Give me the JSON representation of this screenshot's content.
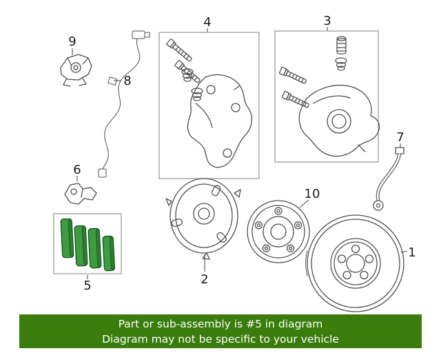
{
  "banner": {
    "line1": "Part or sub-assembly is #5 in diagram",
    "line2": "Diagram may not be specific to your vehicle",
    "background_color": "#3a7d0c",
    "text_color": "#ffffff"
  },
  "colors": {
    "pad_fill": "#3d9c40",
    "pad_strip_fill": "#2e7d32",
    "pad_stroke": "#14501e",
    "line_color": "#4d4d4d",
    "box_color": "#949494",
    "label_color": "#1a1a1a",
    "background": "#ffffff"
  },
  "highlighted_part_number": "5",
  "callouts": {
    "c1": "1",
    "c2": "2",
    "c3": "3",
    "c4": "4",
    "c5": "5",
    "c6": "6",
    "c7": "7",
    "c8": "8",
    "c9": "9",
    "c10": "10"
  }
}
